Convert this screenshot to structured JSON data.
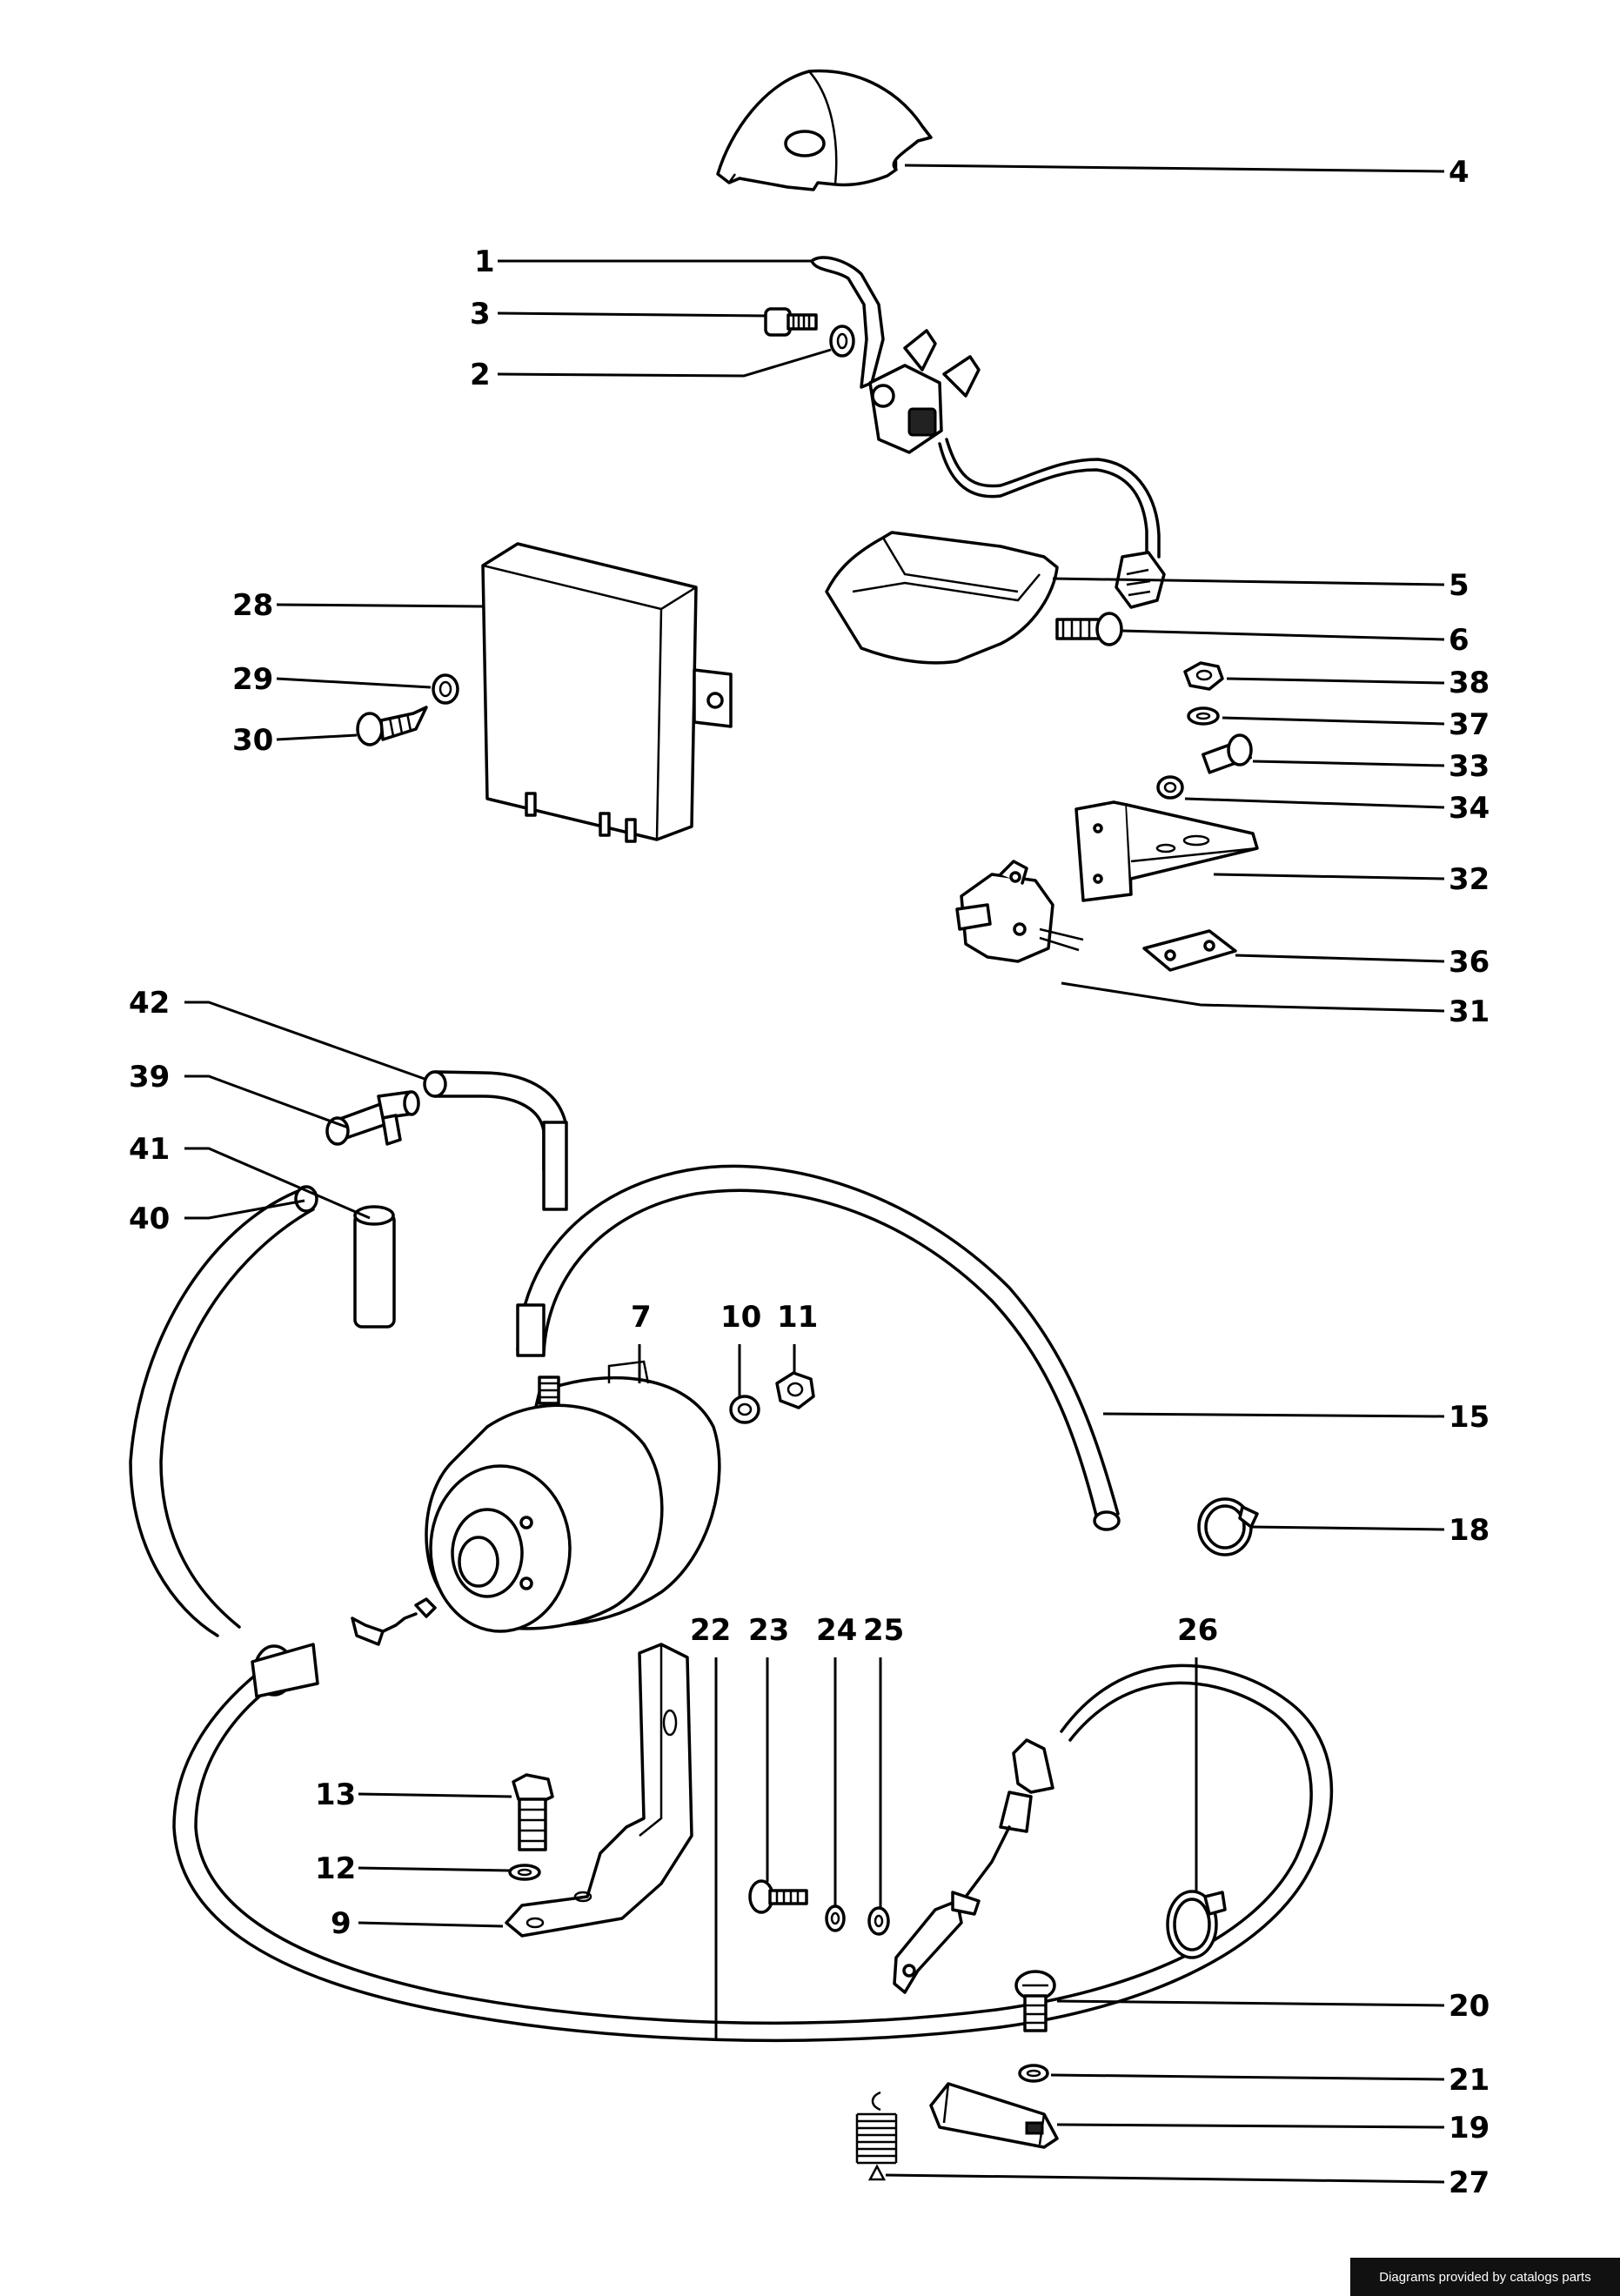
{
  "callouts": {
    "c1": "1",
    "c2": "2",
    "c3": "3",
    "c4": "4",
    "c5": "5",
    "c6": "6",
    "c7": "7",
    "c9": "9",
    "c10": "10",
    "c11": "11",
    "c12": "12",
    "c13": "13",
    "c15": "15",
    "c18": "18",
    "c19": "19",
    "c20": "20",
    "c21": "21",
    "c22": "22",
    "c23": "23",
    "c24": "24",
    "c25": "25",
    "c26": "26",
    "c27": "27",
    "c28": "28",
    "c29": "29",
    "c30": "30",
    "c31": "31",
    "c32": "32",
    "c33": "33",
    "c34": "34",
    "c36": "36",
    "c37": "37",
    "c38": "38",
    "c39": "39",
    "c40": "40",
    "c41": "41",
    "c42": "42"
  },
  "credit": "Diagrams provided by catalogs parts"
}
